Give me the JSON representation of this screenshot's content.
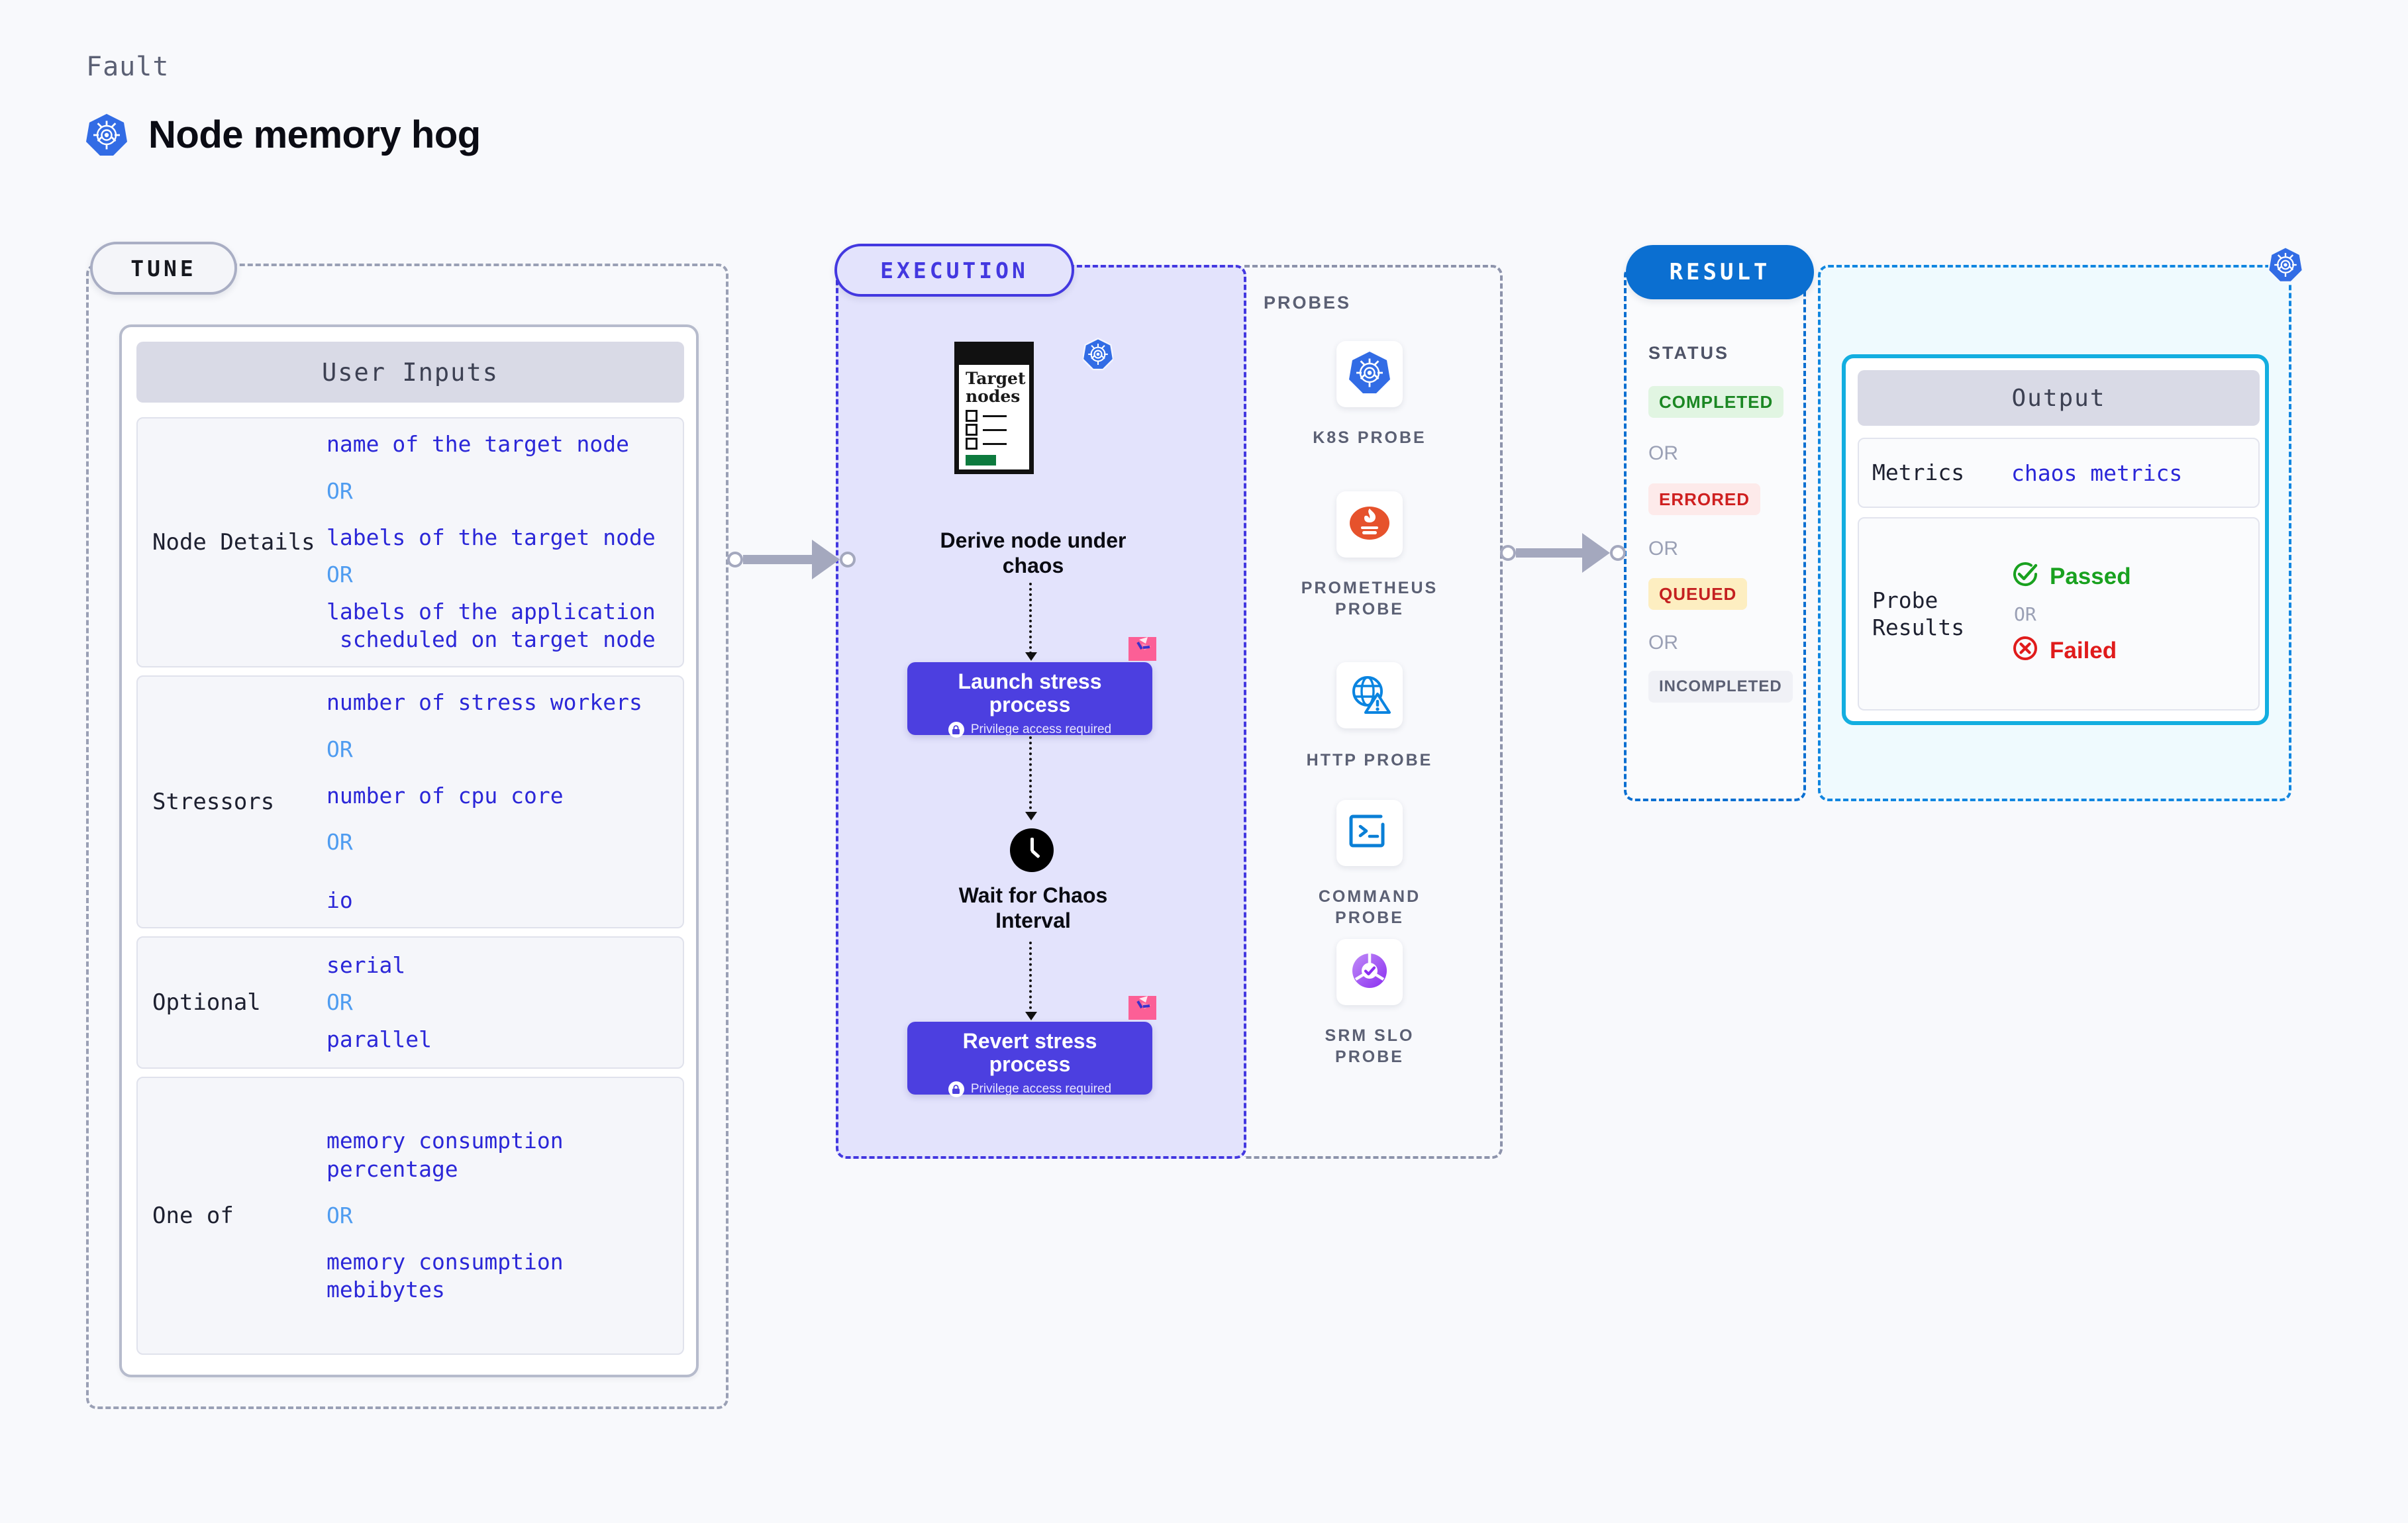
{
  "header": {
    "kicker": "Fault",
    "title": "Node memory hog",
    "logo_icon": "kubernetes-icon"
  },
  "sections": {
    "tune": {
      "chip": "TUNE"
    },
    "execution": {
      "chip": "EXECUTION"
    },
    "probes": {
      "title": "PROBES"
    },
    "result": {
      "chip": "RESULT"
    }
  },
  "tune": {
    "card_title": "User Inputs",
    "rows": [
      {
        "label": "Node Details",
        "values": [
          "name of the target node",
          "labels of the target node",
          "labels of the application\n scheduled on target node"
        ],
        "separator": "OR"
      },
      {
        "label": "Stressors",
        "values": [
          "number of stress workers",
          "number of cpu core",
          "io"
        ],
        "separator": "OR"
      },
      {
        "label": "Optional",
        "values": [
          "serial",
          "parallel"
        ],
        "separator": "OR"
      },
      {
        "label": "One of",
        "values": [
          "memory consumption percentage",
          "memory consumption mebibytes"
        ],
        "separator": "OR"
      }
    ]
  },
  "execution": {
    "steps": [
      {
        "label": "Derive node under\nchaos",
        "icon": "target-nodes-card-icon",
        "card_title": "Target\nnodes"
      },
      {
        "label": "Launch stress\nprocess",
        "privilege": "Privilege access required",
        "icon": "lock-icon",
        "badge": "chaos-flag-icon"
      },
      {
        "label": "Wait for Chaos\nInterval",
        "icon": "clock-icon"
      },
      {
        "label": "Revert stress\nprocess",
        "privilege": "Privilege access required",
        "icon": "lock-icon",
        "badge": "chaos-flag-icon"
      }
    ]
  },
  "probes": [
    {
      "label": "K8S PROBE",
      "icon": "kubernetes-icon"
    },
    {
      "label": "PROMETHEUS\nPROBE",
      "icon": "prometheus-icon"
    },
    {
      "label": "HTTP PROBE",
      "icon": "globe-warning-icon"
    },
    {
      "label": "COMMAND\nPROBE",
      "icon": "terminal-icon"
    },
    {
      "label": "SRM SLO\nPROBE",
      "icon": "slo-gauge-icon"
    }
  ],
  "result": {
    "status_title": "STATUS",
    "separator": "OR",
    "statuses": [
      {
        "label": "COMPLETED",
        "bg": "#e1f5e2",
        "color": "#1b8723"
      },
      {
        "label": "ERRORED",
        "bg": "#fdeaea",
        "color": "#cf2020"
      },
      {
        "label": "QUEUED",
        "bg": "#fdeec1",
        "color": "#c42020"
      },
      {
        "label": "INCOMPLETED",
        "bg": "#f0f1f6",
        "color": "#5b6074"
      }
    ]
  },
  "output": {
    "card_title": "Output",
    "rows": [
      {
        "label": "Metrics",
        "value": "chaos metrics"
      },
      {
        "label": "Probe\nResults",
        "passed": "Passed",
        "failed": "Failed",
        "separator": "OR",
        "passed_icon": "check-circle-icon",
        "failed_icon": "x-circle-icon",
        "passed_color": "#19a11f",
        "failed_color": "#e01b1b"
      }
    ]
  },
  "colors": {
    "accent_exec": "#4338e0",
    "accent_result": "#0b6fd1",
    "accent_output": "#13aee0",
    "value_text": "#2b27d8",
    "or_text": "#4f9cf0"
  }
}
